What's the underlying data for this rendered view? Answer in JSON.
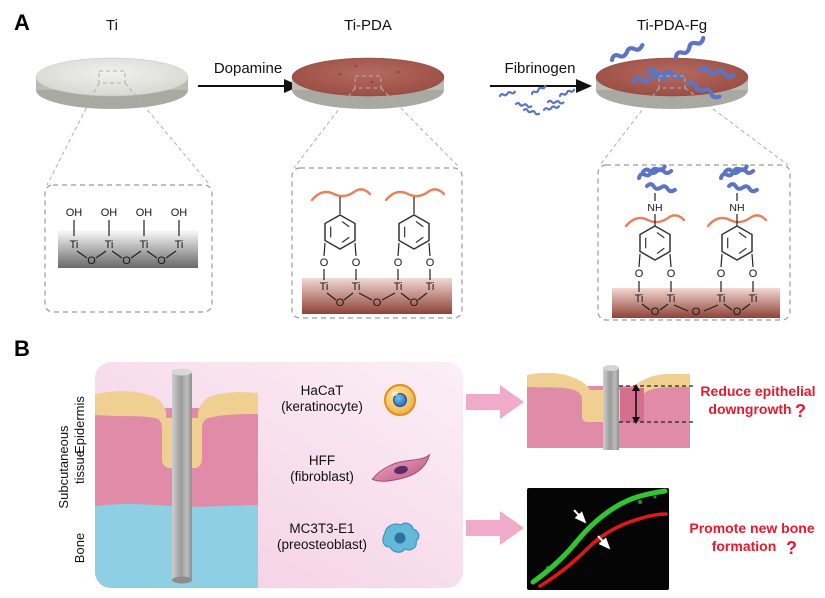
{
  "panel_a": {
    "label": "A",
    "samples": [
      "Ti",
      "Ti-PDA",
      "Ti-PDA-Fg"
    ],
    "steps": [
      "Dopamine",
      "Fibrinogen"
    ],
    "chem": {
      "oh": "OH",
      "ti": "Ti",
      "o": "O",
      "nh": "NH"
    }
  },
  "panel_b": {
    "label": "B",
    "tissue": {
      "epidermis": "Epidermis",
      "subcutaneous_line1": "Subcutaneous",
      "subcutaneous_line2": "tissue",
      "bone": "Bone"
    },
    "cells": [
      {
        "name": "HaCaT",
        "type": "(keratinocyte)"
      },
      {
        "name": "HFF",
        "type": "(fibroblast)"
      },
      {
        "name": "MC3T3-E1",
        "type": "(preosteoblast)"
      }
    ],
    "outcomes": [
      {
        "line1": "Reduce epithelial",
        "line2": "downgrowth",
        "mark": "?"
      },
      {
        "line1": "Promote new bone",
        "line2": "formation",
        "mark": "?"
      }
    ]
  },
  "colors": {
    "titanium_gray": "#d9d9d4",
    "pda_brown": "#a2564c",
    "fibrinogen_blue": "#5b74c4",
    "polymer_orange": "#e8815a",
    "epidermis_tan": "#f0d092",
    "subcutaneous_pink": "#e08ca8",
    "bone_blue": "#8ecfe4",
    "arrow_pink": "#f2aacb",
    "question_red": "#e8192d",
    "stain_green": "#30c531",
    "stain_red": "#e11818"
  }
}
